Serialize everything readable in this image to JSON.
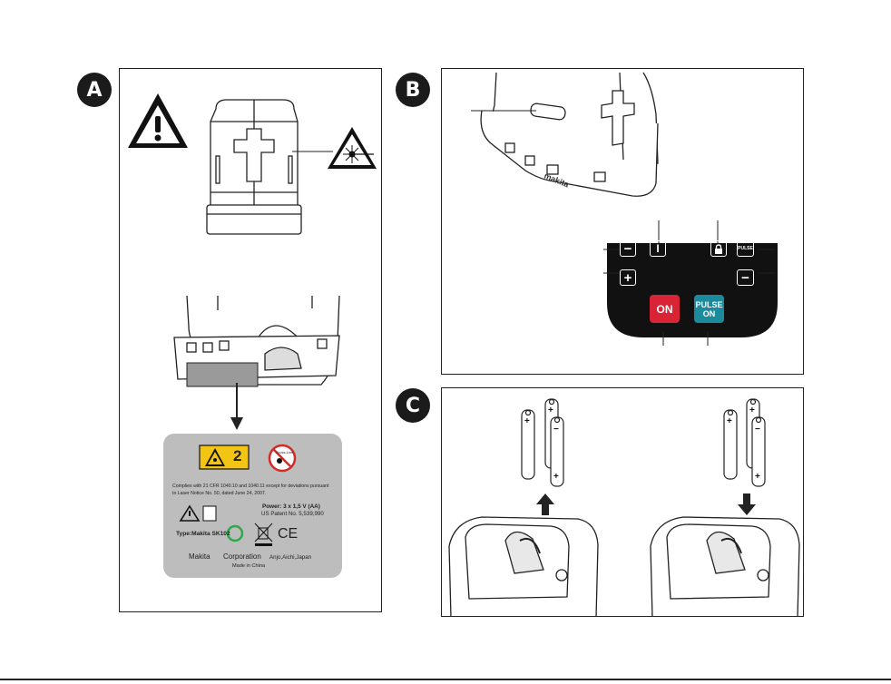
{
  "panels": {
    "a": {
      "badge": "A"
    },
    "b": {
      "badge": "B"
    },
    "c": {
      "badge": "C"
    }
  },
  "label_plate": {
    "laser_class": "2",
    "no_laser_sign_text": "Cross-Line",
    "compliance_line1": "Complies with 21 CFR 1040.10 and 1040.11 except for deviations pursuant",
    "compliance_line2": "to Laser Notice No. 50, dated June 24, 2007.",
    "power": "Power: 3 x 1,5 V (AA)",
    "patent": "US Patent No. 5,539,990",
    "type": "Type:Makita SK102",
    "ce_mark": "CE",
    "company": "Makita",
    "company2": "Corporation",
    "location": "Anjo,Aichi,Japan",
    "made_in": "Made in China"
  },
  "device_brand": "makita",
  "control_panel": {
    "line_key": "I",
    "minus_key": "−",
    "plus_key": "+",
    "pulse_key": "PULSE",
    "on_button": "ON",
    "pulse_on_button_line1": "PULSE",
    "pulse_on_button_line2": "ON",
    "colors": {
      "on": "#d92436",
      "pulse_on": "#1a8a9c",
      "panel": "#111111"
    }
  },
  "battery_polarity": {
    "plus": "+",
    "minus": "−"
  }
}
